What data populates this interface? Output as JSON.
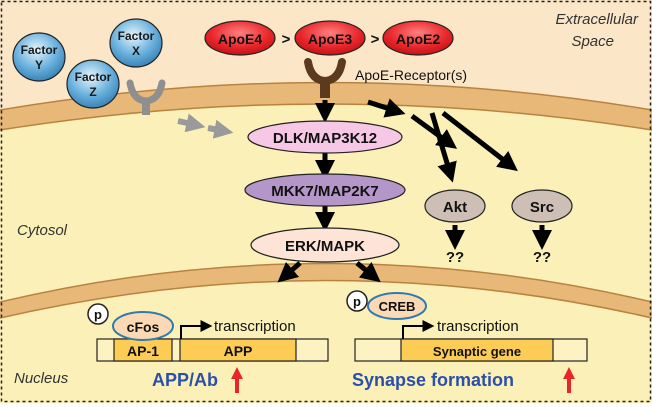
{
  "regions": {
    "extracellular": [
      "Extracellular",
      "Space"
    ],
    "cytosol": "Cytosol",
    "nucleus": "Nucleus"
  },
  "factors": {
    "y": [
      "Factor",
      "Y"
    ],
    "x": [
      "Factor",
      "X"
    ],
    "z": [
      "Factor",
      "Z"
    ]
  },
  "apoe": {
    "e4": "ApoE4",
    "e3": "ApoE3",
    "e2": "ApoE2",
    "gt": ">",
    "receptor": "ApoE-Receptor(s)"
  },
  "kinases": {
    "dlk": "DLK/MAP3K12",
    "mkk7": "MKK7/MAP2K7",
    "erk": "ERK/MAPK",
    "akt": "Akt",
    "src": "Src",
    "unknown": "??"
  },
  "nucleus_left": {
    "p": "p",
    "cfos": "cFos",
    "ap1": "AP-1",
    "gene": "APP",
    "transcription": "transcription",
    "outcome_main": "APP/A",
    "outcome_beta": "b"
  },
  "nucleus_right": {
    "p": "p",
    "creb": "CREB",
    "gene": "Synaptic gene",
    "transcription": "transcription",
    "outcome": "Synapse formation"
  },
  "colors": {
    "extracellular": "#fbe6c8",
    "membrane": "#e8b878",
    "cytosol": "#fbf1b8",
    "apoe": "#e8262a",
    "factor": "#5aa9d6",
    "dlk": "#f6c8e6",
    "mkk7": "#b497c8",
    "erk": "#fde4d6",
    "akt_src": "#cdbfb6",
    "gene_box": "#fccc55",
    "blue_text": "#2c4fa8",
    "red_arrow": "#e8262a",
    "receptor": "#5b3a1e"
  }
}
